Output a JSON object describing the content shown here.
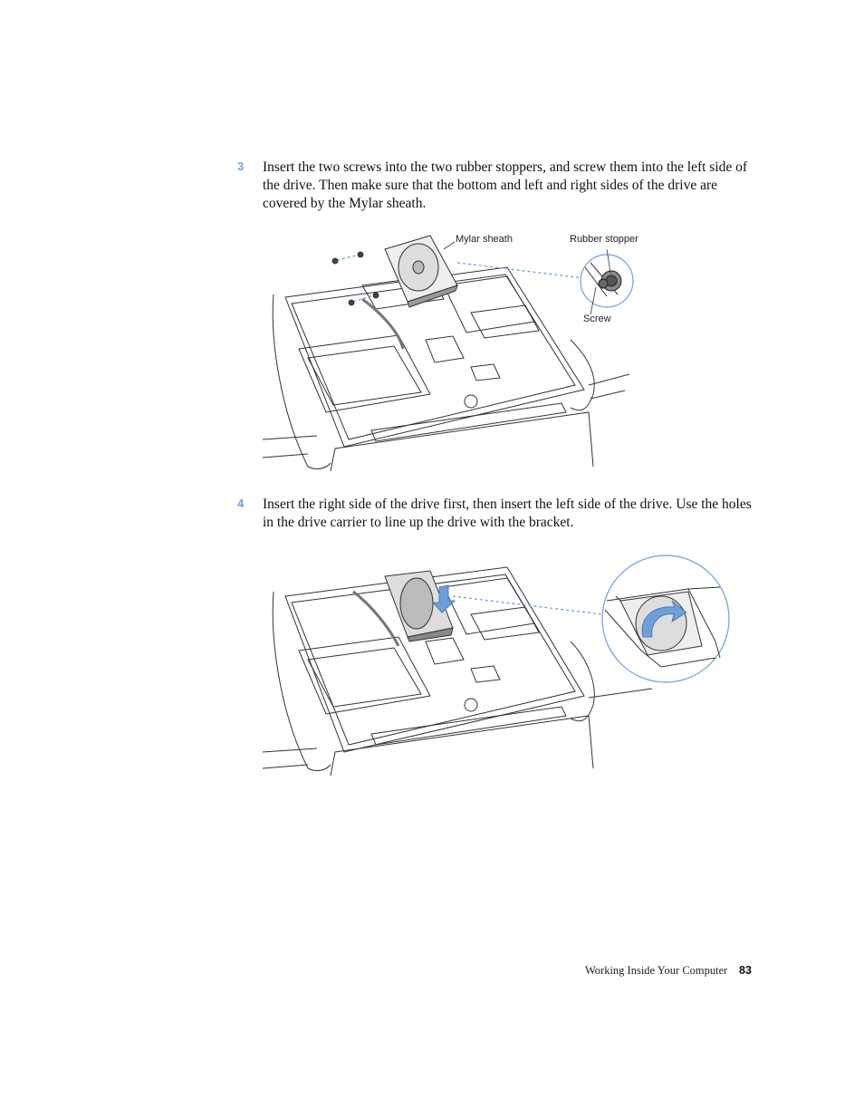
{
  "steps": [
    {
      "number": "3",
      "text": "Insert the two screws into the two rubber stoppers, and screw them into the left side of the drive. Then make sure that the bottom and left and right sides of the drive are covered by the Mylar sheath."
    },
    {
      "number": "4",
      "text": "Insert the right side of the drive first, then insert the left side of the drive. Use the holes in the drive carrier to line up the drive with the bracket."
    }
  ],
  "figure1": {
    "callouts": {
      "mylar_sheath": "Mylar sheath",
      "rubber_stopper": "Rubber stopper",
      "screw": "Screw"
    }
  },
  "footer": {
    "section_title": "Working Inside Your Computer",
    "page_number": "83"
  },
  "colors": {
    "accent": "#6f9fd8",
    "line_art": "#333333"
  }
}
